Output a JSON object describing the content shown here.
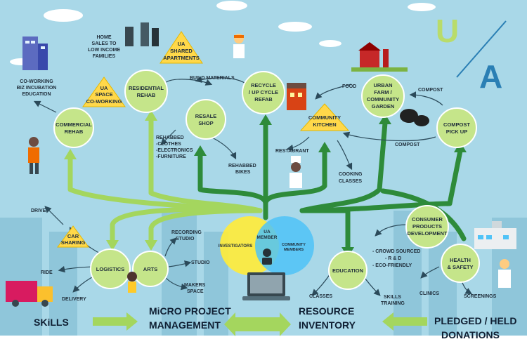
{
  "diagram": {
    "logo_letters": [
      "U",
      "A"
    ],
    "nodes": {
      "commercial_rehab": [
        "COMMERCIAL",
        "REHAB"
      ],
      "residential_rehab": [
        "RESIDENTIAL",
        "REHAB"
      ],
      "resale_shop": [
        "RESALE",
        "SHOP"
      ],
      "recycle": [
        "RECYCLE",
        "/ UP CYCLE",
        "REFAB"
      ],
      "urban_farm": [
        "URBAN",
        "FARM /",
        "COMMUNITY",
        "GARDEN"
      ],
      "compost_pickup": [
        "COMPOST",
        "PICK UP"
      ],
      "logistics": [
        "LOGISTICS"
      ],
      "arts": [
        "ARTS"
      ],
      "education": [
        "EDUCATION"
      ],
      "consumer_products": [
        "CONSUMER",
        "PRODUCTS",
        "DEVELOPMENT"
      ],
      "health_safety": [
        "HEALTH",
        "& SAFETY"
      ]
    },
    "triangles": {
      "space_coworking": [
        "UA",
        "SPACE",
        "CO-WORKING"
      ],
      "shared_apartments": [
        "UA",
        "SHARED",
        "APARTMENTS"
      ],
      "community_kitchen": [
        "COMMUNITY",
        "KITCHEN"
      ],
      "car_sharing": [
        "CAR",
        "SHARING"
      ]
    },
    "labels": {
      "home_sales": [
        "HOME",
        "SALES TO",
        "LOW INCOME",
        "FAMILIES"
      ],
      "coworking_biz": [
        "CO-WORKING",
        "BIZ INCUBATION",
        "EDUCATION"
      ],
      "build_materials": "BUILD MATERIALS",
      "food": "FOOD",
      "compost_top": "COMPOST",
      "compost_mid": "COMPOST",
      "rehabbed": [
        "REHABBED",
        "-CLOTHES",
        "-ELECTRONICS",
        "-FURNITURE"
      ],
      "rehabbed_bikes": [
        "REHABBED",
        "BIKES"
      ],
      "restaurant": "RESTAURANT",
      "cooking_classes": [
        "COOKING",
        "CLASSES"
      ],
      "drive": "DRIVE",
      "ride": "RIDE",
      "delivery": "DELIVERY",
      "recording_studio": [
        "RECORDING",
        "STUDIO"
      ],
      "studio": "STUDIO",
      "makers_space": [
        "MAKERS",
        "SPACE"
      ],
      "crowd_sourced": [
        "- CROWD SOURCED",
        "- R & D",
        "- ECO-FRIENDLY"
      ],
      "classes": "CLASSES",
      "skills_training": [
        "SKILLS",
        "TRAINING"
      ],
      "clinics": "CLINICS",
      "screenings": "SCREENINGS"
    },
    "venn": {
      "investigators": "INVESTIGATORS",
      "ua_member": [
        "UA",
        "MEMBER"
      ],
      "community_members": [
        "COMMUNITY",
        "MEMBERS"
      ]
    },
    "bottom": {
      "skills": "SKiLLS",
      "micro_project": [
        "MiCRO PROJECT",
        "MANAGEMENT"
      ],
      "resource_inventory": [
        "RESOURCE",
        "INVENTORY"
      ],
      "pledged": [
        "PLEDGED / HELD",
        "DONATIONS"
      ]
    },
    "colors": {
      "sky": "#a9d8e8",
      "node_fill": "#c5e58a",
      "light_arrow": "#a4d65e",
      "dark_arrow": "#2e8b3a",
      "triangle": "#ffd84a",
      "venn_yellow": "#ffeb3b",
      "venn_blue": "#4fc3f7"
    }
  }
}
